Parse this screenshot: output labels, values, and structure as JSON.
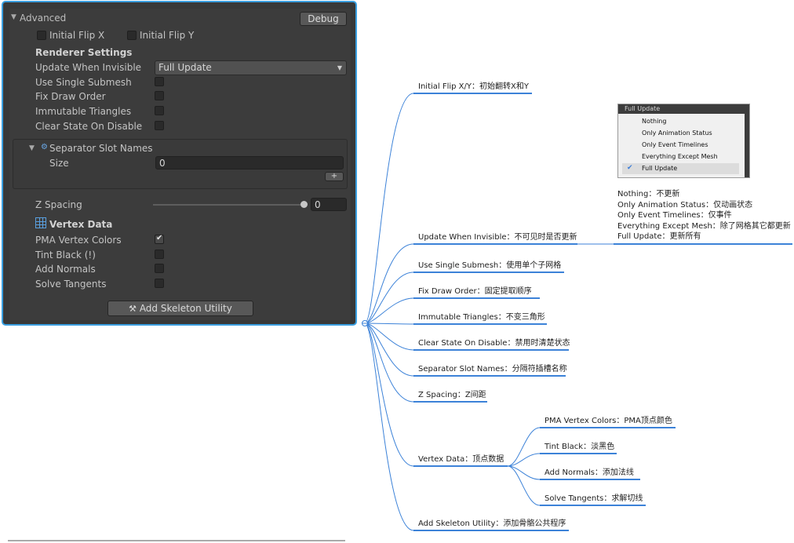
{
  "inspector": {
    "section_title": "Advanced",
    "debug_button": "Debug",
    "initial_flip_x": "Initial Flip X",
    "initial_flip_y": "Initial Flip Y",
    "renderer_settings_header": "Renderer Settings",
    "fields": [
      {
        "label": "Update When Invisible",
        "value": "Full Update"
      },
      {
        "label": "Use Single Submesh",
        "checked": false
      },
      {
        "label": "Fix Draw Order",
        "checked": false
      },
      {
        "label": "Immutable Triangles",
        "checked": false
      },
      {
        "label": "Clear State On Disable",
        "checked": false
      }
    ],
    "separator_slot_names": "Separator Slot Names",
    "size_label": "Size",
    "size_value": "0",
    "add_element_button": "+",
    "z_spacing_label": "Z Spacing",
    "z_spacing_value": "0",
    "vertex_data_header": "Vertex Data",
    "vertex_fields": [
      {
        "label": "PMA Vertex Colors",
        "checked": true
      },
      {
        "label": "Tint Black (!)",
        "checked": false
      },
      {
        "label": "Add Normals",
        "checked": false
      },
      {
        "label": "Solve Tangents",
        "checked": false
      }
    ],
    "add_skeleton_utility_button": "Add Skeleton Utility"
  },
  "mindmap": {
    "branches": [
      "Initial Flip X/Y：初始翻转X和Y",
      "Update When Invisible：不可见时是否更新",
      "Use Single Submesh：使用单个子网格",
      "Fix Draw Order：固定提取顺序",
      "Immutable Triangles：不变三角形",
      "Clear State On Disable：禁用时清楚状态",
      "Separator Slot Names：分隔符插槽名称",
      "Z Spacing：Z间距",
      "Vertex Data：顶点数据",
      "Add Skeleton Utility：添加骨骼公共程序"
    ],
    "vertex_children": [
      "PMA Vertex Colors：PMA顶点颜色",
      "Tint Black：淡黑色",
      "Add Normals：添加法线",
      "Solve Tangents：求解切线"
    ],
    "update_legend": [
      "Nothing：不更新",
      "Only Animation Status：仅动画状态",
      "Only Event Timelines：仅事件",
      "Everything Except Mesh：除了网格其它都更新",
      "Full Update：更新所有"
    ]
  },
  "popup": {
    "header": "Full Update",
    "options": [
      "Nothing",
      "Only Animation Status",
      "Only Event Timelines",
      "Everything Except Mesh",
      "Full Update"
    ],
    "selected": "Full Update"
  },
  "colors": {
    "accent": "#3a9fe0",
    "branch": "#3c82d8",
    "panel_bg": "#3c3c3c"
  }
}
